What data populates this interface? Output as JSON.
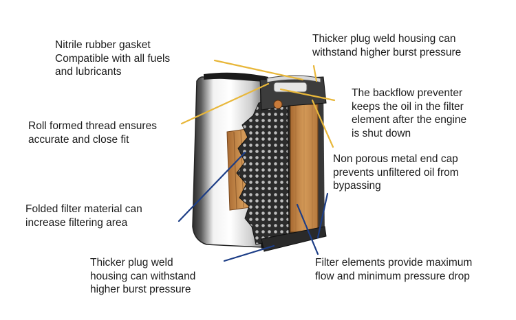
{
  "colors": {
    "gold_leader": "#e8b73a",
    "blue_leader": "#1c3d86",
    "filter_media": "#c88a48",
    "housing_light": "#f4f4f4",
    "housing_dark": "#1e1e1e"
  },
  "callouts": {
    "gasket": "Nitrile rubber gasket\nCompatible with all fuels\nand lubricants",
    "weld_top": "Thicker plug weld housing can\nwithstand higher burst pressure",
    "backflow": "The backflow preventer\nkeeps the oil in the filter\nelement after the engine\nis shut down",
    "thread": "Roll formed thread ensures\naccurate and close fit",
    "endcap": "Non porous metal end cap\nprevents unfiltered oil from\nbypassing",
    "folded": "Folded filter material can\nincrease filtering area",
    "weld_bottom": "Thicker plug weld\nhousing can withstand\nhigher burst pressure",
    "elements": "Filter elements provide maximum\nflow and minimum pressure drop"
  }
}
